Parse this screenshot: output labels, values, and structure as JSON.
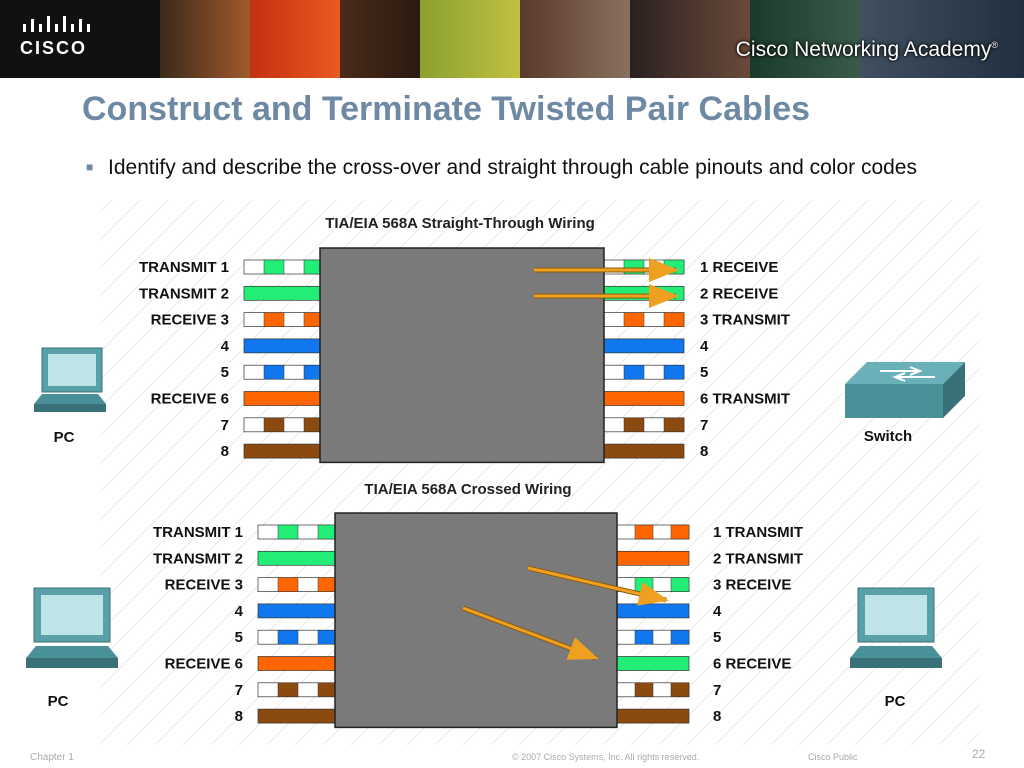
{
  "header": {
    "logo_text": "CISCO",
    "academy_label": "Cisco Networking Academy",
    "academy_mark": "®"
  },
  "slide": {
    "title": "Construct and Terminate Twisted Pair Cables",
    "bullet_marker": "■",
    "bullet_text": "Identify and describe the cross-over and straight through cable pinouts and color codes"
  },
  "straight": {
    "title": "TIA/EIA 568A Straight-Through Wiring",
    "left_labels": [
      "TRANSMIT 1",
      "TRANSMIT 2",
      "RECEIVE 3",
      "4",
      "5",
      "RECEIVE 6",
      "7",
      "8"
    ],
    "right_labels": [
      "1 RECEIVE",
      "2 RECEIVE",
      "3 TRANSMIT",
      "4",
      "5",
      "6 TRANSMIT",
      "7",
      "8"
    ],
    "left_device": "PC",
    "right_device": "Switch"
  },
  "crossed": {
    "title": "TIA/EIA 568A Crossed Wiring",
    "left_labels": [
      "TRANSMIT 1",
      "TRANSMIT 2",
      "RECEIVE 3",
      "4",
      "5",
      "RECEIVE 6",
      "7",
      "8"
    ],
    "right_labels": [
      "1 TRANSMIT",
      "2 TRANSMIT",
      "3 RECEIVE",
      "4",
      "5",
      "6 RECEIVE",
      "7",
      "8"
    ],
    "left_device": "PC",
    "right_device": "PC"
  },
  "wire_colors": {
    "green": "#22ee77",
    "orange": "#ff6600",
    "blue": "#1177ee",
    "brown": "#8a4a10",
    "white": "#ffffff",
    "box": "#7a7a7a",
    "arrow": "#f0a020",
    "title_color": "#6d89a3"
  },
  "footer": {
    "chapter": "Chapter 1",
    "copyright": "© 2007 Cisco Systems, Inc. All rights reserved.",
    "classification": "Cisco Public",
    "page": "22"
  }
}
